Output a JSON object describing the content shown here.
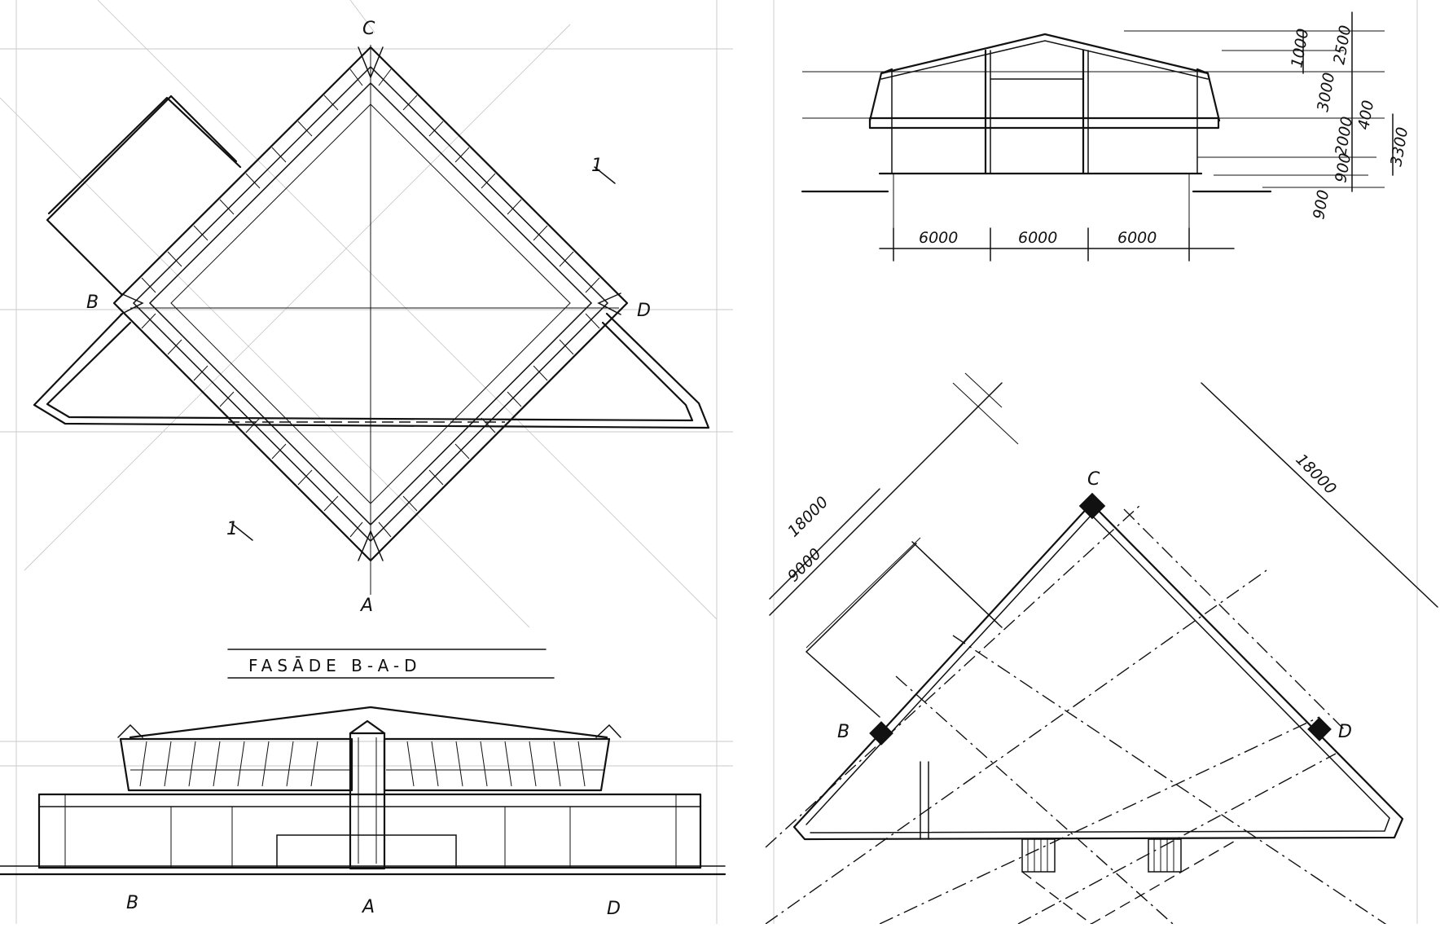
{
  "plan_top_left": {
    "labels": {
      "a": "A",
      "b": "B",
      "c": "C",
      "d": "D"
    },
    "section_marks": [
      "1",
      "1"
    ]
  },
  "facade": {
    "title": "FASĀDE  B-A-D",
    "labels": {
      "b": "B",
      "a": "A",
      "d": "D"
    }
  },
  "section": {
    "bottom_dims": [
      "6000",
      "6000",
      "6000"
    ],
    "right_dims": [
      "1000",
      "2500",
      "3000",
      "400",
      "2000",
      "900",
      "900",
      "3300"
    ]
  },
  "plan_bottom_right": {
    "labels": {
      "b": "B",
      "c": "C",
      "d": "D"
    },
    "dims": {
      "outer": "18000",
      "inner": "9000",
      "right": "18000"
    }
  }
}
